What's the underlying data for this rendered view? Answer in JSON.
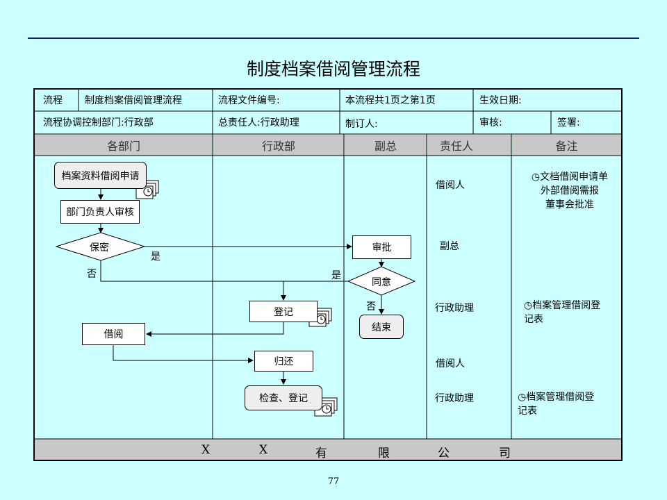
{
  "title": "制度档案借阅管理流程",
  "info": {
    "r1": [
      "流程",
      "制度档案借阅管理流程",
      "流程文件编号:",
      "本流程共1页之第1页",
      "生效日期:"
    ],
    "r2": [
      "流程协调控制部门:行政部",
      "总责任人:行政助理",
      "制订人:",
      "审核:",
      "签署:"
    ]
  },
  "columns": [
    "各部门",
    "行政部",
    "副总",
    "责任人",
    "备注"
  ],
  "nodes": {
    "apply": "档案资料借阅申请",
    "dept_review": "部门负责人审核",
    "secret": "保密",
    "approve": "审批",
    "agree": "同意",
    "end": "结束",
    "register": "登记",
    "borrow": "借阅",
    "return": "归还",
    "check": "检查、登记"
  },
  "edge_labels": {
    "yes1": "是",
    "no1": "否",
    "yes2": "是",
    "no2": "否"
  },
  "responsible": [
    "借阅人",
    "副总",
    "行政助理",
    "借阅人",
    "行政助理"
  ],
  "notes": [
    {
      "icon": "clock-icon",
      "lines": [
        "文档借阅申请单",
        "外部借阅需报",
        "董事会批准"
      ]
    },
    {
      "icon": "clock-icon",
      "lines": [
        "档案管理借阅登",
        "记表"
      ]
    },
    {
      "icon": "clock-icon",
      "lines": [
        "档案管理借阅登",
        "记表"
      ]
    }
  ],
  "footer": [
    "X",
    "X",
    "有",
    "限",
    "公",
    "司"
  ],
  "page_number": "77"
}
